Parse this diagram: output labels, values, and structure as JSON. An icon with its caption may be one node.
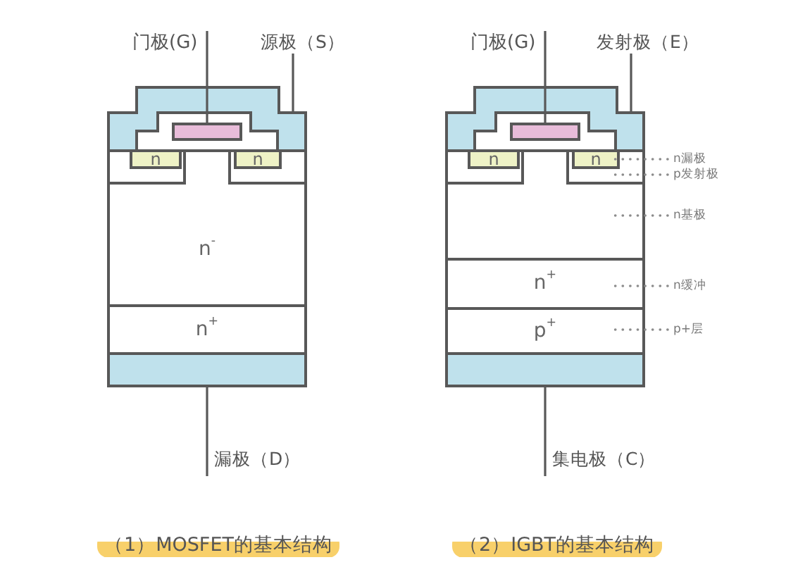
{
  "diagram": {
    "nodes": [
      {
        "text": [
          "门极(G)"
        ]
      },
      {
        "text": [
          "源极（S）"
        ]
      },
      {
        "text": [],
        "shape": "box",
        "in": 3
      },
      {
        "text": [],
        "shape": "box"
      },
      {
        "text": [
          "n$^{-}$"
        ]
      },
      {
        "text": [],
        "shape": "box",
        "in": 4
      },
      {
        "text": [
          "n"
        ],
        "in": 5
      },
      {
        "text": [],
        "shape": "box",
        "in": 4
      },
      {
        "text": [
          "n"
        ],
        "in": 7
      },
      {
        "text": [
          "n$^{+}$"
        ]
      },
      {
        "text": [],
        "shape": "box"
      },
      {
        "text": [
          "漏极（D）"
        ]
      },
      {
        "text": [
          "门极(G)"
        ]
      },
      {
        "text": [
          "发射极（E）"
        ]
      },
      {
        "text": [],
        "shape": "box",
        "in": 15
      },
      {
        "text": [],
        "shape": "box"
      },
      {
        "text": [],
        "shape": "box"
      },
      {
        "text": [],
        "shape": "box",
        "in": 16
      },
      {
        "text": [
          "n"
        ],
        "in": 17
      },
      {
        "text": [],
        "shape": "box",
        "in": 16
      },
      {
        "text": [
          "n"
        ],
        "in": 19
      },
      {
        "text": [
          "n$^{+}$"
        ]
      },
      {
        "text": [
          "p$^{+}$"
        ]
      },
      {
        "text": [],
        "shape": "box"
      },
      {
        "text": [
          "集电极（C）"
        ]
      },
      {
        "text": [
          "n漏极"
        ]
      },
      {
        "text": [
          "p发射极"
        ]
      },
      {
        "text": [
          "n基极"
        ]
      },
      {
        "text": [
          "n缓冲"
        ]
      },
      {
        "text": [
          "p+层"
        ]
      }
    ],
    "edges": [
      {
        "from": 0,
        "to": 2,
        "arrow": "none"
      },
      {
        "from": 1,
        "to": 3,
        "arrow": "none"
      },
      {
        "from": 10,
        "to": 11,
        "arrow": "none"
      },
      {
        "from": 12,
        "to": 14,
        "arrow": "none"
      },
      {
        "from": 13,
        "to": 15,
        "arrow": "none"
      },
      {
        "from": 23,
        "to": 24,
        "arrow": "none"
      },
      {
        "from": 25,
        "to": 20,
        "arrow": "none",
        "style": "dashed"
      },
      {
        "from": 26,
        "to": 19,
        "arrow": "none",
        "style": "dashed"
      },
      {
        "from": 27,
        "to": 16,
        "arrow": "none",
        "style": "dashed"
      },
      {
        "from": 28,
        "to": 21,
        "arrow": "none",
        "style": "dashed"
      },
      {
        "from": 29,
        "to": 22,
        "arrow": "none",
        "style": "dashed"
      }
    ],
    "labels": [
      "（1）MOSFET的基本结构",
      "（2）IGBT的基本结构"
    ]
  }
}
